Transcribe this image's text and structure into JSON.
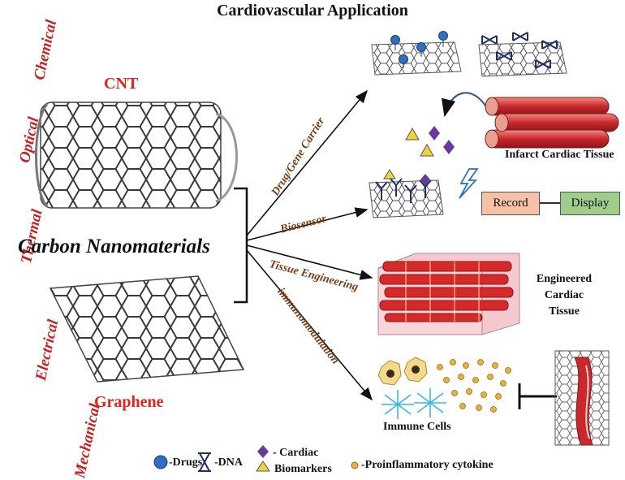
{
  "title": "Cardiovascular Application",
  "properties": [
    "Chemical",
    "Optical",
    "Thermal",
    "Electrical",
    "Mechanical"
  ],
  "materials": {
    "cnt": "CNT",
    "main": "Carbon Nanomaterials",
    "graphene": "Graphene"
  },
  "branches": [
    "Drug/Gene Carrier",
    "Biosensor",
    "Tissue Engineering",
    "immunomodulation"
  ],
  "labels": {
    "infarct": "Infarct Cardiac Tissue",
    "engineered": [
      "Engineered",
      "Cardiac",
      "Tissue"
    ],
    "immune": "Immune Cells",
    "record": "Record",
    "display": "Display"
  },
  "legend": {
    "drugs": "-Drugs",
    "dna": "-DNA",
    "cardiac": "- Cardiac",
    "biomarkers": "Biomarkers",
    "cytokine": "-Proinflammatory cytokine"
  },
  "colors": {
    "property_text": "#c8201d",
    "material_text": "#e4211b",
    "branch_text": "#7a3b12",
    "drug": "#2f6fc2",
    "dna": "#1e2f6b",
    "biomarker_diamond": "#6a3a9a",
    "biomarker_triangle": "#f0d23a",
    "cytokine": "#e8b13a",
    "record_box": "#f5c2a8",
    "display_box": "#9fcd8a",
    "muscle": "#c9282d"
  }
}
